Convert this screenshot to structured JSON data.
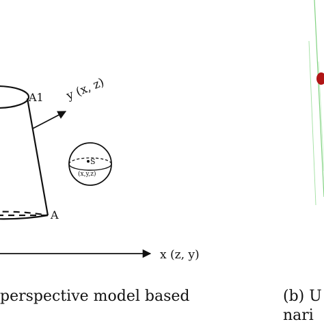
{
  "diagram": {
    "labels": {
      "top_point": "A1",
      "bottom_point": "A",
      "y_axis": "y (x, z)",
      "x_axis": "x (z, y)",
      "sphere_point": "S",
      "sphere_coords": "(x,y,z)"
    },
    "captions": {
      "left": "perspective model based",
      "right_line1": "(b) U",
      "right_line2": "nari"
    },
    "colors": {
      "ink": "#111111",
      "green_guide": "#7fd17f",
      "red_object": "#b01515"
    }
  }
}
